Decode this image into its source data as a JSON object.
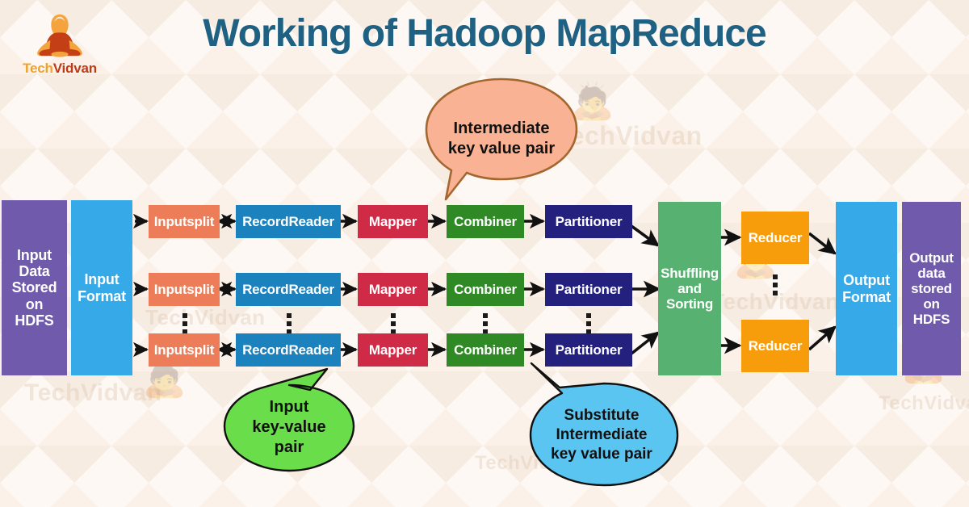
{
  "header": {
    "title": "Working of Hadoop MapReduce",
    "logo_tech": "Tech",
    "logo_vidvan": "Vidvan",
    "logo_icon": "meditating-person-icon"
  },
  "watermark": {
    "text": "TechVidvan"
  },
  "colors": {
    "background": "#fdf8f3",
    "title": "#1f6182",
    "hdfs_purple": "#6f5aab",
    "format_blue": "#36a9e8",
    "inputsplit_salmon": "#ec7d58",
    "recordreader_blue": "#1b82bd",
    "mapper_crimson": "#cf2b46",
    "combiner_green": "#2f8a26",
    "partitioner_navy": "#24207e",
    "shuffle_green": "#57b271",
    "reducer_orange": "#f79d0c",
    "bubble_peach": "#f9b394",
    "bubble_peach_border": "#a5672f",
    "bubble_green": "#6ade4a",
    "bubble_blue": "#5bc5f2",
    "arrow": "#111111"
  },
  "pipeline": {
    "input_store": "Input\nData\nStored\non\nHDFS",
    "input_store_lines": [
      "Input",
      "Data",
      "Stored",
      "on",
      "HDFS"
    ],
    "input_format_lines": [
      "Input",
      "Format"
    ],
    "stage_labels": {
      "inputsplit": "Inputsplit",
      "recordreader": "RecordReader",
      "mapper": "Mapper",
      "combiner": "Combiner",
      "partitioner": "Partitioner"
    },
    "rows": [
      {
        "inputsplit": "Inputsplit",
        "recordreader": "RecordReader",
        "mapper": "Mapper",
        "combiner": "Combiner",
        "partitioner": "Partitioner"
      },
      {
        "inputsplit": "Inputsplit",
        "recordreader": "RecordReader",
        "mapper": "Mapper",
        "combiner": "Combiner",
        "partitioner": "Partitioner"
      },
      {
        "inputsplit": "Inputsplit",
        "recordreader": "RecordReader",
        "mapper": "Mapper",
        "combiner": "Combiner",
        "partitioner": "Partitioner"
      }
    ],
    "shuffle_lines": [
      "Shuffling",
      "and",
      "Sorting"
    ],
    "reducers": [
      "Reducer",
      "Reducer"
    ],
    "output_format_lines": [
      "Output",
      "Format"
    ],
    "output_store_lines": [
      "Output",
      "data",
      "stored",
      "on",
      "HDFS"
    ]
  },
  "callouts": {
    "intermediate": {
      "lines": [
        "Intermediate",
        "key value pair"
      ],
      "line1": "Intermediate",
      "line2": "key value pair"
    },
    "input_kv": {
      "lines": [
        "Input",
        "key-value",
        "pair"
      ],
      "line1": "Input",
      "line2": "key-value",
      "line3": "pair"
    },
    "substitute": {
      "lines": [
        "Substitute",
        "Intermediate",
        "key value pair"
      ],
      "line1": "Substitute",
      "line2": "Intermediate",
      "line3": "key value pair"
    }
  }
}
